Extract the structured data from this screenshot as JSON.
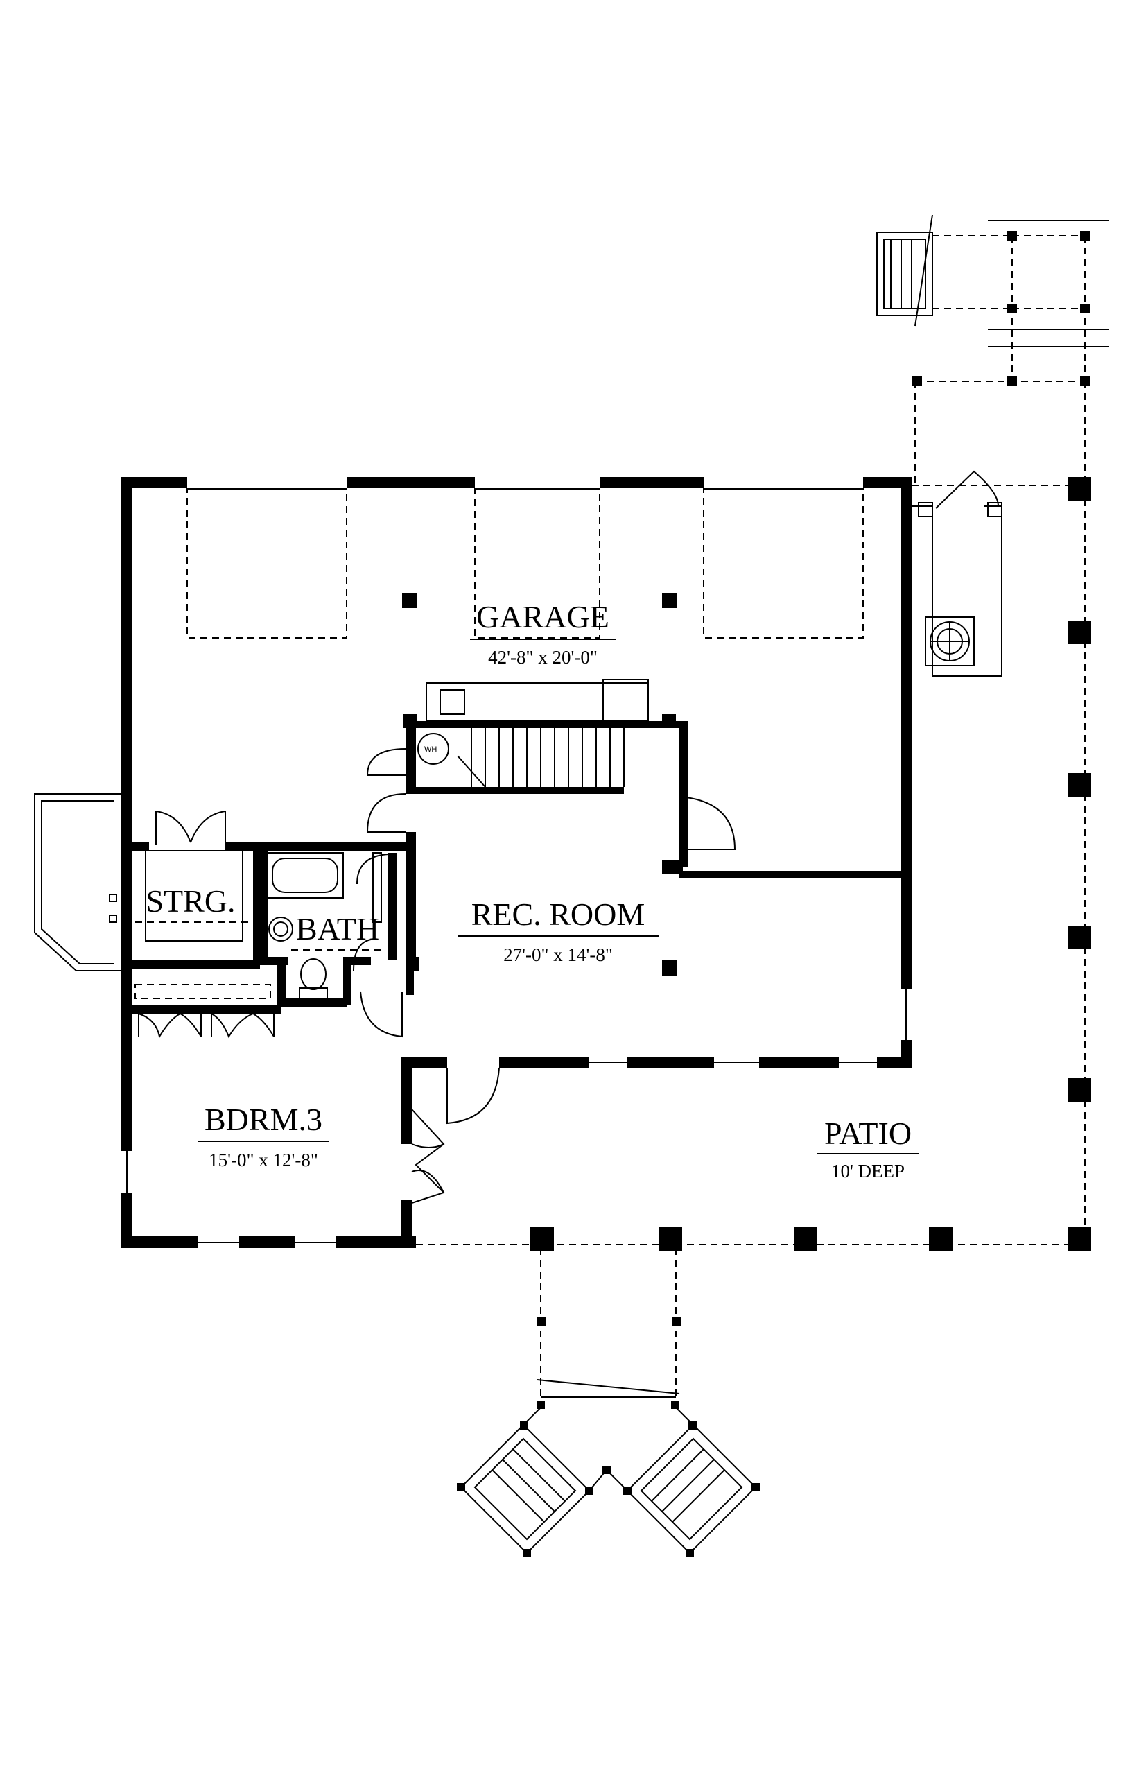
{
  "rooms": {
    "garage": {
      "name": "GARAGE",
      "dims": "42'-8\" x 20'-0\""
    },
    "rec_room": {
      "name": "REC. ROOM",
      "dims": "27'-0\" x 14'-8\""
    },
    "storage": {
      "name": "STRG."
    },
    "bath": {
      "name": "BATH"
    },
    "bedroom3": {
      "name": "BDRM.3",
      "dims": "15'-0\" x 12'-8\""
    },
    "patio": {
      "name": "PATIO",
      "dims": "10' DEEP"
    }
  },
  "fixtures": {
    "water_heater": "WH"
  }
}
